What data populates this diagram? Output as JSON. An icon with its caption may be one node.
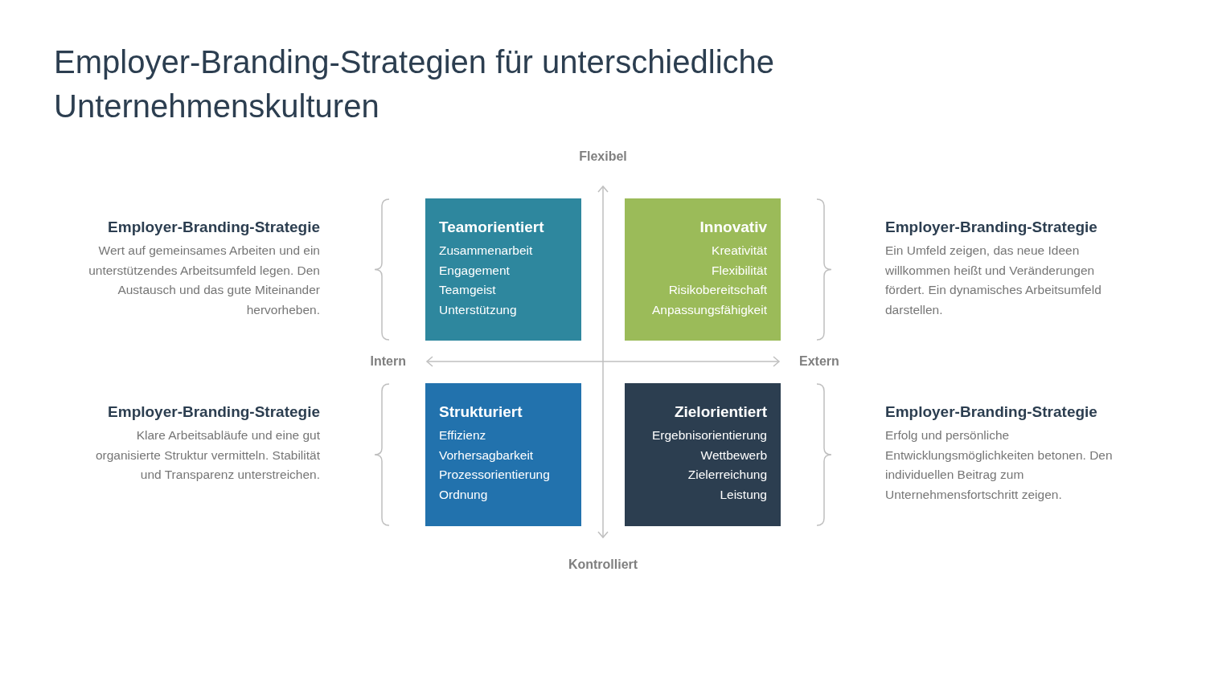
{
  "diagram": {
    "title": "Employer-Branding-Strategien für unterschiedliche Unternehmenskulturen",
    "nodes": [
      {
        "text": [
          "Teamorientiert",
          "Zusammenarbeit",
          "Engagement",
          "Teamgeist",
          "Unterstützung"
        ],
        "beside": [
          "Employer-Branding-Strategie",
          "Wert auf gemeinsames Arbeiten und ein unterstützendes Arbeitsumfeld legen. Den Austausch und das gute Miteinander hervorheben."
        ]
      },
      {
        "text": [
          "Innovativ",
          "Kreativität",
          "Flexibilität",
          "Risikobereitschaft",
          "Anpassungsfähigkeit"
        ],
        "beside": [
          "Employer-Branding-Strategie",
          "Ein Umfeld zeigen, das neue Ideen willkommen heißt und Veränderungen fördert. Ein dynamisches Arbeitsumfeld darstellen."
        ]
      },
      {
        "text": [
          "Strukturiert",
          "Effizienz",
          "Vorhersagbarkeit",
          "Prozessorientierung",
          "Ordnung"
        ],
        "beside": [
          "Employer-Branding-Strategie",
          "Klare Arbeitsabläufe und eine gut organisierte Struktur vermitteln. Stabilität und Transparenz unterstreichen."
        ]
      },
      {
        "text": [
          "Zielorientiert",
          "Ergebnisorientierung",
          "Wettbewerb",
          "Zielerreichung",
          "Leistung"
        ],
        "beside": [
          "Employer-Branding-Strategie",
          "Erfolg und persönliche Entwicklungsmöglichkeiten betonen. Den individuellen Beitrag zum Unternehmensfortschritt zeigen."
        ]
      }
    ],
    "labels": [
      "Flexibel",
      "Intern",
      "Extern",
      "Kontrolliert"
    ]
  }
}
